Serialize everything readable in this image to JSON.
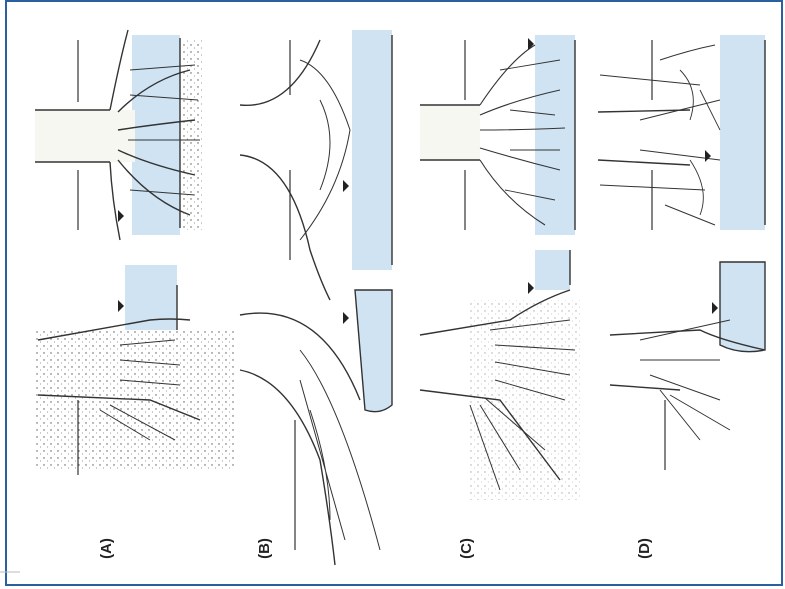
{
  "panels": [
    {
      "label": "(A)"
    },
    {
      "label": "(B)"
    },
    {
      "label": "(C)"
    },
    {
      "label": "(D)"
    }
  ],
  "colors": {
    "water": "#cfe3f2",
    "frame": "#2a5fa0",
    "ink": "#333333"
  }
}
